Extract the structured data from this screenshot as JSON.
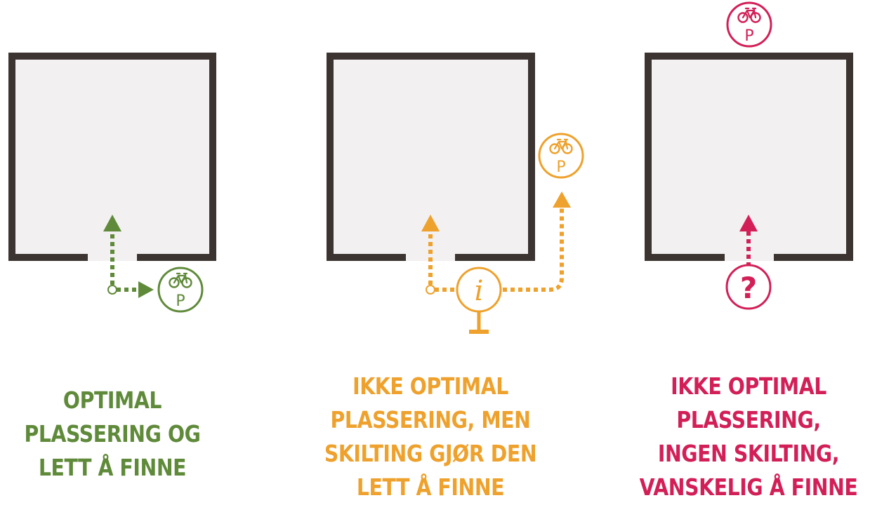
{
  "colors": {
    "green": "#5f8a3a",
    "orange": "#eea12c",
    "red": "#d21f57",
    "wall": "#3b3431",
    "floor": "#f2f0f1"
  },
  "panels": [
    {
      "id": "optimal",
      "color": "#5f8a3a",
      "icons": [
        "start-point-icon",
        "arrow-up-icon",
        "arrow-right-icon",
        "bike-parking-icon"
      ],
      "parking_letter": "P",
      "caption": [
        "OPTIMAL",
        "PLASSERING OG",
        "LETT Å FINNE"
      ]
    },
    {
      "id": "signage",
      "color": "#eea12c",
      "icons": [
        "start-point-icon",
        "arrow-up-icon",
        "info-sign-icon",
        "arrow-up-icon",
        "bike-parking-icon"
      ],
      "parking_letter": "P",
      "info_letter": "i",
      "caption": [
        "IKKE OPTIMAL",
        "PLASSERING, MEN",
        "SKILTING GJØR DEN",
        "LETT Å FINNE"
      ]
    },
    {
      "id": "no-signage",
      "color": "#d21f57",
      "icons": [
        "question-mark-icon",
        "arrow-up-icon",
        "bike-parking-icon"
      ],
      "parking_letter": "P",
      "question_mark": "?",
      "caption": [
        "IKKE OPTIMAL",
        "PLASSERING,",
        "INGEN SKILTING,",
        "VANSKELIG Å FINNE"
      ]
    }
  ]
}
